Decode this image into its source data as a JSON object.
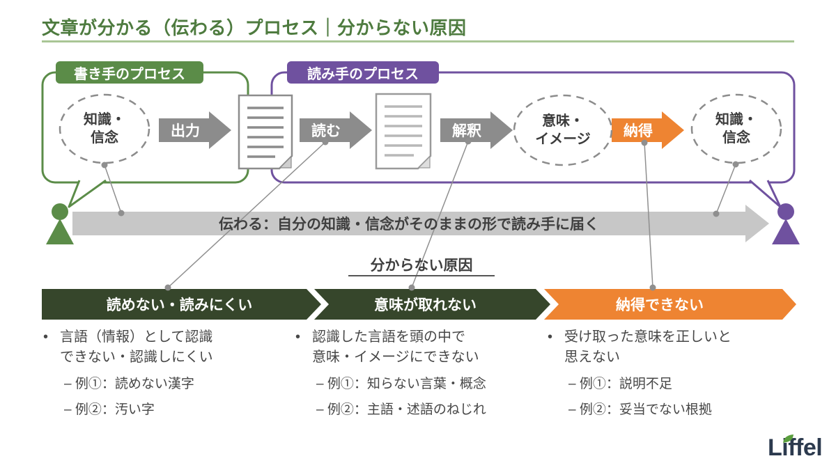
{
  "colors": {
    "title_green": "#4e7b3f",
    "writer_green": "#5b8c48",
    "reader_purple": "#6f519f",
    "process_gray": "#8c8c8c",
    "accent_orange": "#ee8432",
    "banner_gray": "#c7c7c7",
    "dark_green": "#36462b",
    "text_dark": "#474747",
    "logo_navy": "#2c3a4e",
    "leaf_green": "#5a9e3d"
  },
  "header": {
    "title": "文章が分かる（伝わる）プロセス｜分からない原因"
  },
  "diagram": {
    "writer": {
      "badge": "書き手のプロセス",
      "knowledge": "知識・\n信念",
      "arrow_output": "出力"
    },
    "reader": {
      "badge": "読み手のプロセス",
      "arrow_read": "読む",
      "arrow_interpret": "解釈",
      "meaning": "意味・\nイメージ",
      "arrow_accept": "納得",
      "knowledge": "知識・\n信念"
    },
    "banner": "伝わる：自分の知識・信念がそのままの形で読み手に届く"
  },
  "causes": {
    "heading": "分からない原因",
    "bullet_marker": "•",
    "items": [
      {
        "banner": "読めない・読みにくい",
        "text": "言語（情報）として認識\nできない・認識しにくい",
        "examples": [
          "– 例①：読めない漢字",
          "– 例②：汚い字"
        ]
      },
      {
        "banner": "意味が取れない",
        "text": "認識した言語を頭の中で\n意味・イメージにできない",
        "examples": [
          "– 例①：知らない言葉・概念",
          "– 例②：主語・述語のねじれ"
        ]
      },
      {
        "banner": "納得できない",
        "text": "受け取った意味を正しいと\n思えない",
        "examples": [
          "– 例①：説明不足",
          "– 例②：妥当でない根拠"
        ]
      }
    ]
  },
  "logo": {
    "text": "Liffel"
  }
}
